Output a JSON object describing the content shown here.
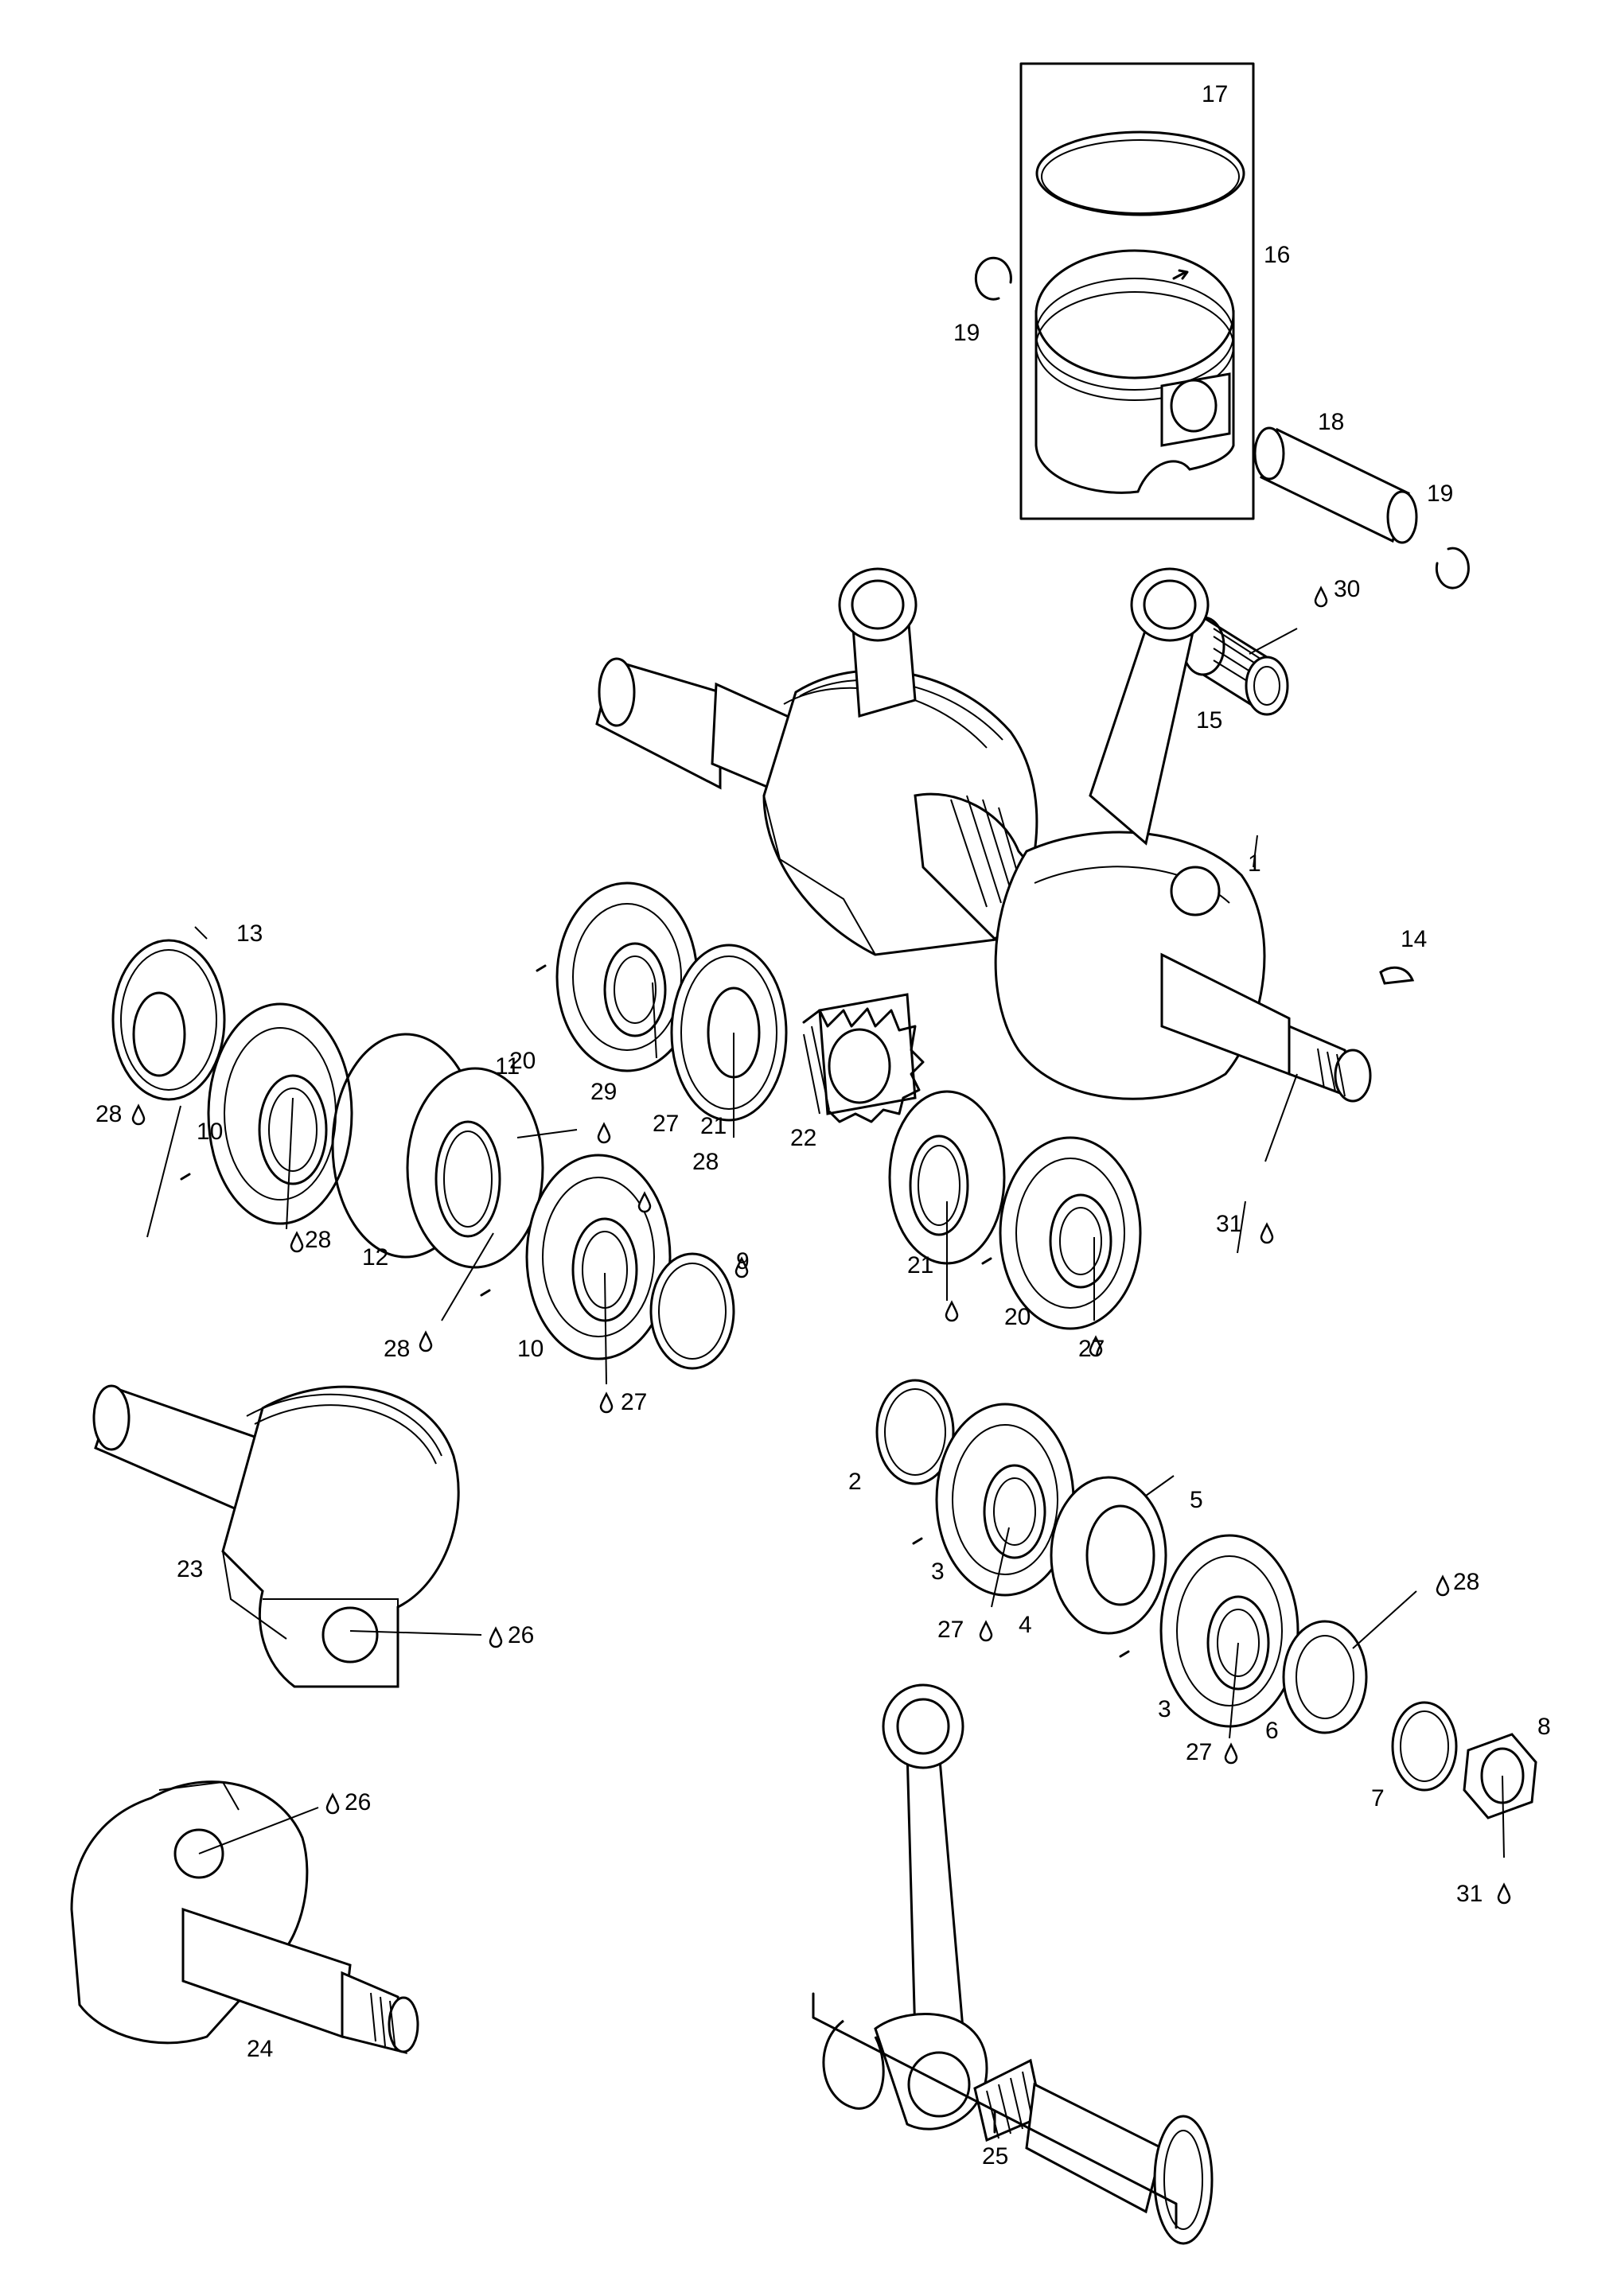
{
  "diagram": {
    "labels": {
      "l1": "1",
      "l2": "2",
      "l3a": "3",
      "l3b": "3",
      "l4": "4",
      "l5": "5",
      "l6": "6",
      "l7": "7",
      "l8": "8",
      "l9": "9",
      "l10a": "10",
      "l10b": "10",
      "l11": "11",
      "l12": "12",
      "l13": "13",
      "l14": "14",
      "l15": "15",
      "l16": "16",
      "l17": "17",
      "l18": "18",
      "l19a": "19",
      "l19b": "19",
      "l20a": "20",
      "l20b": "20",
      "l21a": "21",
      "l21b": "21",
      "l22": "22",
      "l23": "23",
      "l24": "24",
      "l25": "25",
      "l26a": "26",
      "l26b": "26",
      "l27a": "27",
      "l27b": "27",
      "l27c": "27",
      "l27d": "27",
      "l27e": "27",
      "l28a": "28",
      "l28b": "28",
      "l28c": "28",
      "l28d": "28",
      "l28e": "28",
      "l29": "29",
      "l30": "30",
      "l31a": "31",
      "l31b": "31"
    },
    "icons": {
      "lubricant": "oil-drop-icon"
    },
    "colors": {
      "ink": "#000000",
      "paper": "#ffffff"
    }
  }
}
